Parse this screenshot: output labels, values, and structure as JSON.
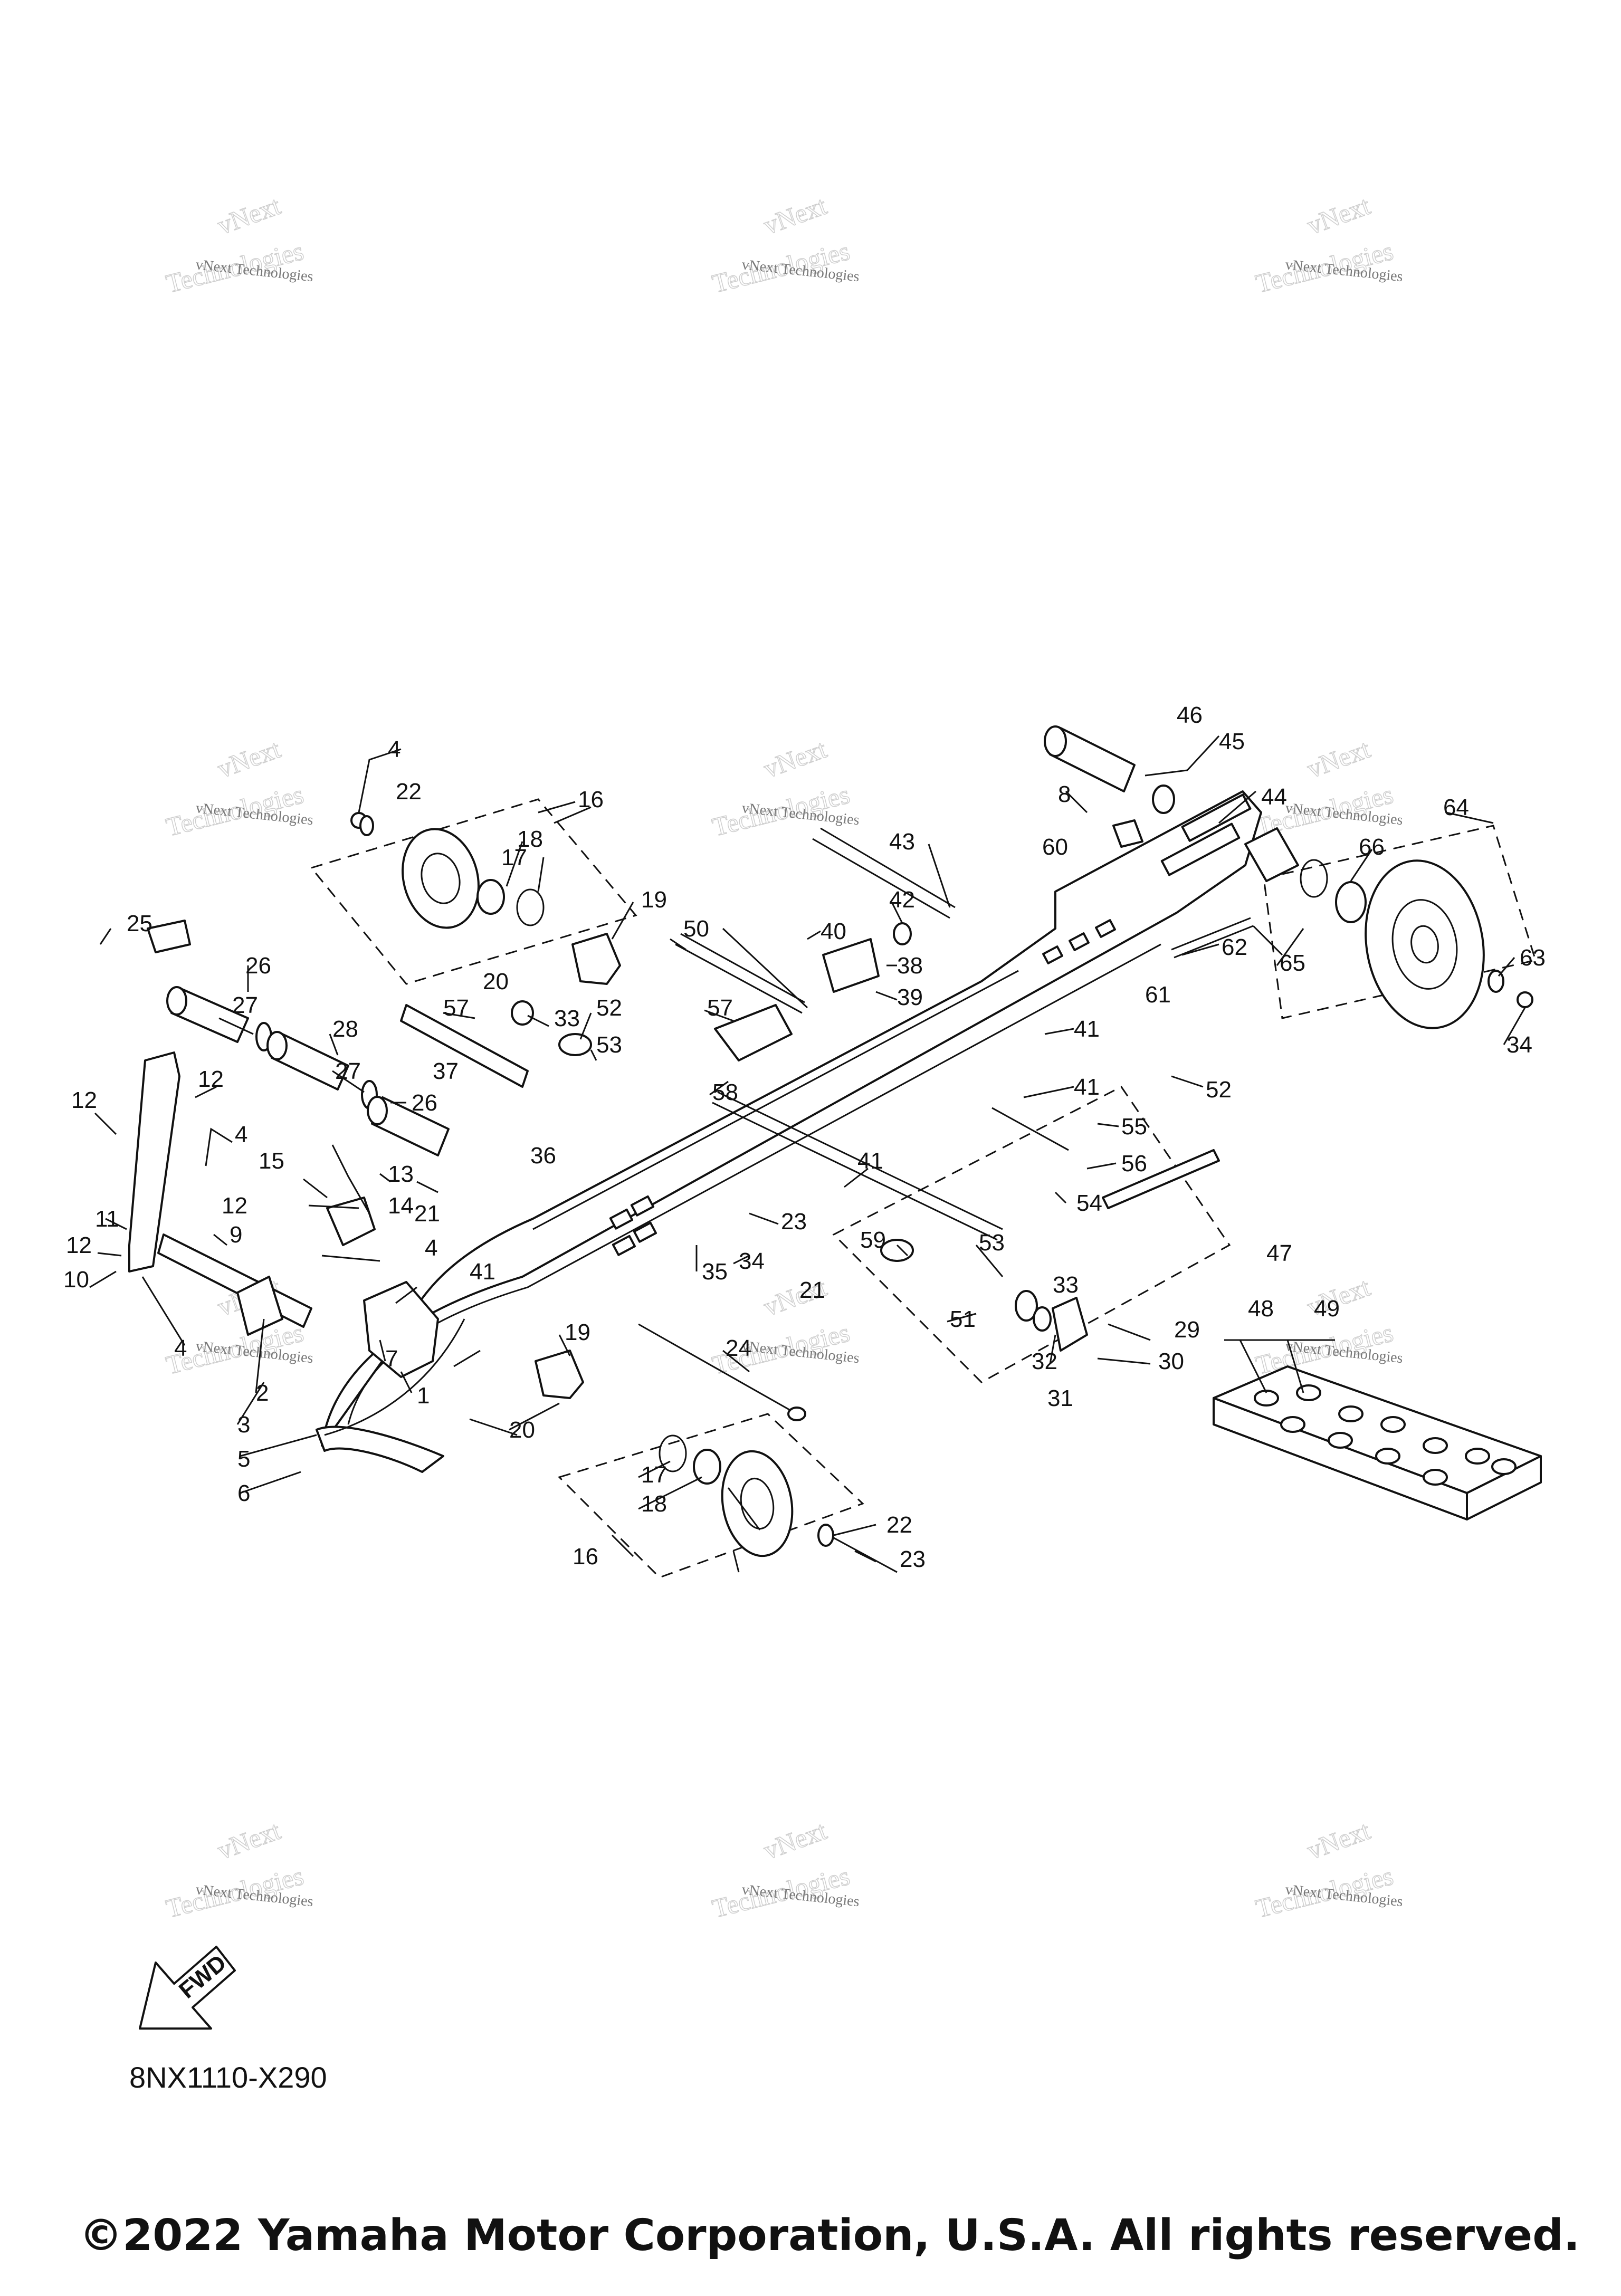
{
  "diagram": {
    "code": "8NX1110-X290",
    "copyright": "©2022 Yamaha Motor Corporation, U.S.A. All rights reserved.",
    "fwd_label": "FWD",
    "watermark": {
      "line1": "vNext Technologies",
      "line2": "vNext",
      "line3": "Technologies"
    }
  },
  "callouts": [
    {
      "id": "c1",
      "label": "1"
    },
    {
      "id": "c2",
      "label": "2"
    },
    {
      "id": "c3",
      "label": "3"
    },
    {
      "id": "c4a",
      "label": "4"
    },
    {
      "id": "c4b",
      "label": "4"
    },
    {
      "id": "c4c",
      "label": "4"
    },
    {
      "id": "c4d",
      "label": "4"
    },
    {
      "id": "c5",
      "label": "5"
    },
    {
      "id": "c6",
      "label": "6"
    },
    {
      "id": "c7",
      "label": "7"
    },
    {
      "id": "c8",
      "label": "8"
    },
    {
      "id": "c9",
      "label": "9"
    },
    {
      "id": "c10",
      "label": "10"
    },
    {
      "id": "c11",
      "label": "11"
    },
    {
      "id": "c12a",
      "label": "12"
    },
    {
      "id": "c12b",
      "label": "12"
    },
    {
      "id": "c12c",
      "label": "12"
    },
    {
      "id": "c12d",
      "label": "12"
    },
    {
      "id": "c13",
      "label": "13"
    },
    {
      "id": "c14",
      "label": "14"
    },
    {
      "id": "c15",
      "label": "15"
    },
    {
      "id": "c16a",
      "label": "16"
    },
    {
      "id": "c16b",
      "label": "16"
    },
    {
      "id": "c17a",
      "label": "17"
    },
    {
      "id": "c17b",
      "label": "17"
    },
    {
      "id": "c18a",
      "label": "18"
    },
    {
      "id": "c18b",
      "label": "18"
    },
    {
      "id": "c19a",
      "label": "19"
    },
    {
      "id": "c19b",
      "label": "19"
    },
    {
      "id": "c20a",
      "label": "20"
    },
    {
      "id": "c20b",
      "label": "20"
    },
    {
      "id": "c21a",
      "label": "21"
    },
    {
      "id": "c21b",
      "label": "21"
    },
    {
      "id": "c22a",
      "label": "22"
    },
    {
      "id": "c22b",
      "label": "22"
    },
    {
      "id": "c23a",
      "label": "23"
    },
    {
      "id": "c23b",
      "label": "23"
    },
    {
      "id": "c24",
      "label": "24"
    },
    {
      "id": "c25",
      "label": "25"
    },
    {
      "id": "c26a",
      "label": "26"
    },
    {
      "id": "c26b",
      "label": "26"
    },
    {
      "id": "c27a",
      "label": "27"
    },
    {
      "id": "c27b",
      "label": "27"
    },
    {
      "id": "c28",
      "label": "28"
    },
    {
      "id": "c29",
      "label": "29"
    },
    {
      "id": "c30",
      "label": "30"
    },
    {
      "id": "c31",
      "label": "31"
    },
    {
      "id": "c32",
      "label": "32"
    },
    {
      "id": "c33a",
      "label": "33"
    },
    {
      "id": "c33b",
      "label": "33"
    },
    {
      "id": "c34a",
      "label": "34"
    },
    {
      "id": "c34b",
      "label": "34"
    },
    {
      "id": "c35",
      "label": "35"
    },
    {
      "id": "c36",
      "label": "36"
    },
    {
      "id": "c37",
      "label": "37"
    },
    {
      "id": "c38",
      "label": "38"
    },
    {
      "id": "c39",
      "label": "39"
    },
    {
      "id": "c40",
      "label": "40"
    },
    {
      "id": "c41a",
      "label": "41"
    },
    {
      "id": "c41b",
      "label": "41"
    },
    {
      "id": "c41c",
      "label": "41"
    },
    {
      "id": "c41d",
      "label": "41"
    },
    {
      "id": "c42",
      "label": "42"
    },
    {
      "id": "c43",
      "label": "43"
    },
    {
      "id": "c44",
      "label": "44"
    },
    {
      "id": "c45",
      "label": "45"
    },
    {
      "id": "c46",
      "label": "46"
    },
    {
      "id": "c47",
      "label": "47"
    },
    {
      "id": "c48",
      "label": "48"
    },
    {
      "id": "c49",
      "label": "49"
    },
    {
      "id": "c50",
      "label": "50"
    },
    {
      "id": "c51",
      "label": "51"
    },
    {
      "id": "c52a",
      "label": "52"
    },
    {
      "id": "c52b",
      "label": "52"
    },
    {
      "id": "c53a",
      "label": "53"
    },
    {
      "id": "c53b",
      "label": "53"
    },
    {
      "id": "c54",
      "label": "54"
    },
    {
      "id": "c55",
      "label": "55"
    },
    {
      "id": "c56",
      "label": "56"
    },
    {
      "id": "c57a",
      "label": "57"
    },
    {
      "id": "c57b",
      "label": "57"
    },
    {
      "id": "c58",
      "label": "58"
    },
    {
      "id": "c59",
      "label": "59"
    },
    {
      "id": "c60",
      "label": "60"
    },
    {
      "id": "c61",
      "label": "61"
    },
    {
      "id": "c62",
      "label": "62"
    },
    {
      "id": "c63",
      "label": "63"
    },
    {
      "id": "c64",
      "label": "64"
    },
    {
      "id": "c65",
      "label": "65"
    },
    {
      "id": "c66",
      "label": "66"
    }
  ]
}
